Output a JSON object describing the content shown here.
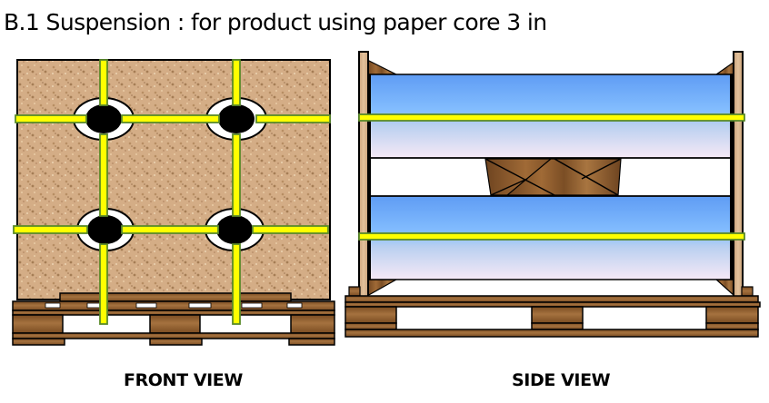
{
  "title": "B.1 Suspension : for product using paper core 3 in",
  "views": [
    {
      "id": "front",
      "caption": "FRONT VIEW",
      "core_count": 4,
      "vertical_straps": 2,
      "horizontal_straps": 2
    },
    {
      "id": "side",
      "caption": "SIDE VIEW",
      "roll_count": 2,
      "horizontal_straps": 2
    }
  ],
  "colors": {
    "strap_fill": "#ffff00",
    "strap_edge": "#5a8a2a",
    "board": "#d9b48e",
    "board_speckle": "#b08a62",
    "wood": "#8a5a2b",
    "wood_light": "#a8713a",
    "roll_top": "#5f9df5",
    "roll_mid": "#88c0ff",
    "roll_bottom": "#f5e8f5",
    "core": "#000000",
    "outline": "#000000"
  }
}
